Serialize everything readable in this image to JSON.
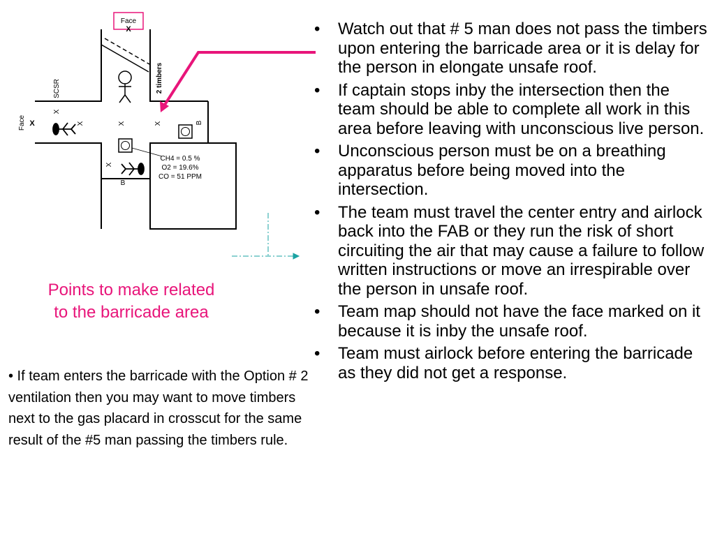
{
  "diagram": {
    "face_top_label": "Face",
    "face_left_label": "Face",
    "scsr_label": "SCSR",
    "timbers_label": "2 timbers",
    "x_mark": "X",
    "barricade_mark": "B",
    "gas_readings": [
      "CH4 = 0.5 %",
      "O2 = 19.6%",
      "CO = 51 PPM"
    ],
    "colors": {
      "pointer_arrow": "#e8157a",
      "dashed_arrow": "#1aa3a3",
      "face_box": "#e8157a"
    }
  },
  "right_bullets": [
    "Watch out that # 5 man does not pass the timbers upon entering the barricade area or it is delay for the person in elongate unsafe roof.",
    "If captain stops inby the intersection then the team should be able to complete all work in this area before leaving with unconscious live person.",
    "Unconscious person must be on a breathing apparatus before being moved into the intersection.",
    "The team must travel the center entry and airlock back into the FAB or they run the risk of short circuiting the air that may cause a failure to follow written instructions or move an irrespirable over the person in unsafe roof.",
    "Team map should not have the face marked on it because it is inby the unsafe roof.",
    "Team must airlock before entering the barricade as they did not get a response."
  ],
  "heading": {
    "line1": "Points to make related",
    "line2": "to the barricade area"
  },
  "timber_note": "• If team enters the barricade with the Option # 2 ventilation then you may want to move timbers next to the gas placard in crosscut for the same result of the #5 man passing the timbers rule.",
  "colors": {
    "heading": "#e8157a",
    "text": "#000000"
  }
}
